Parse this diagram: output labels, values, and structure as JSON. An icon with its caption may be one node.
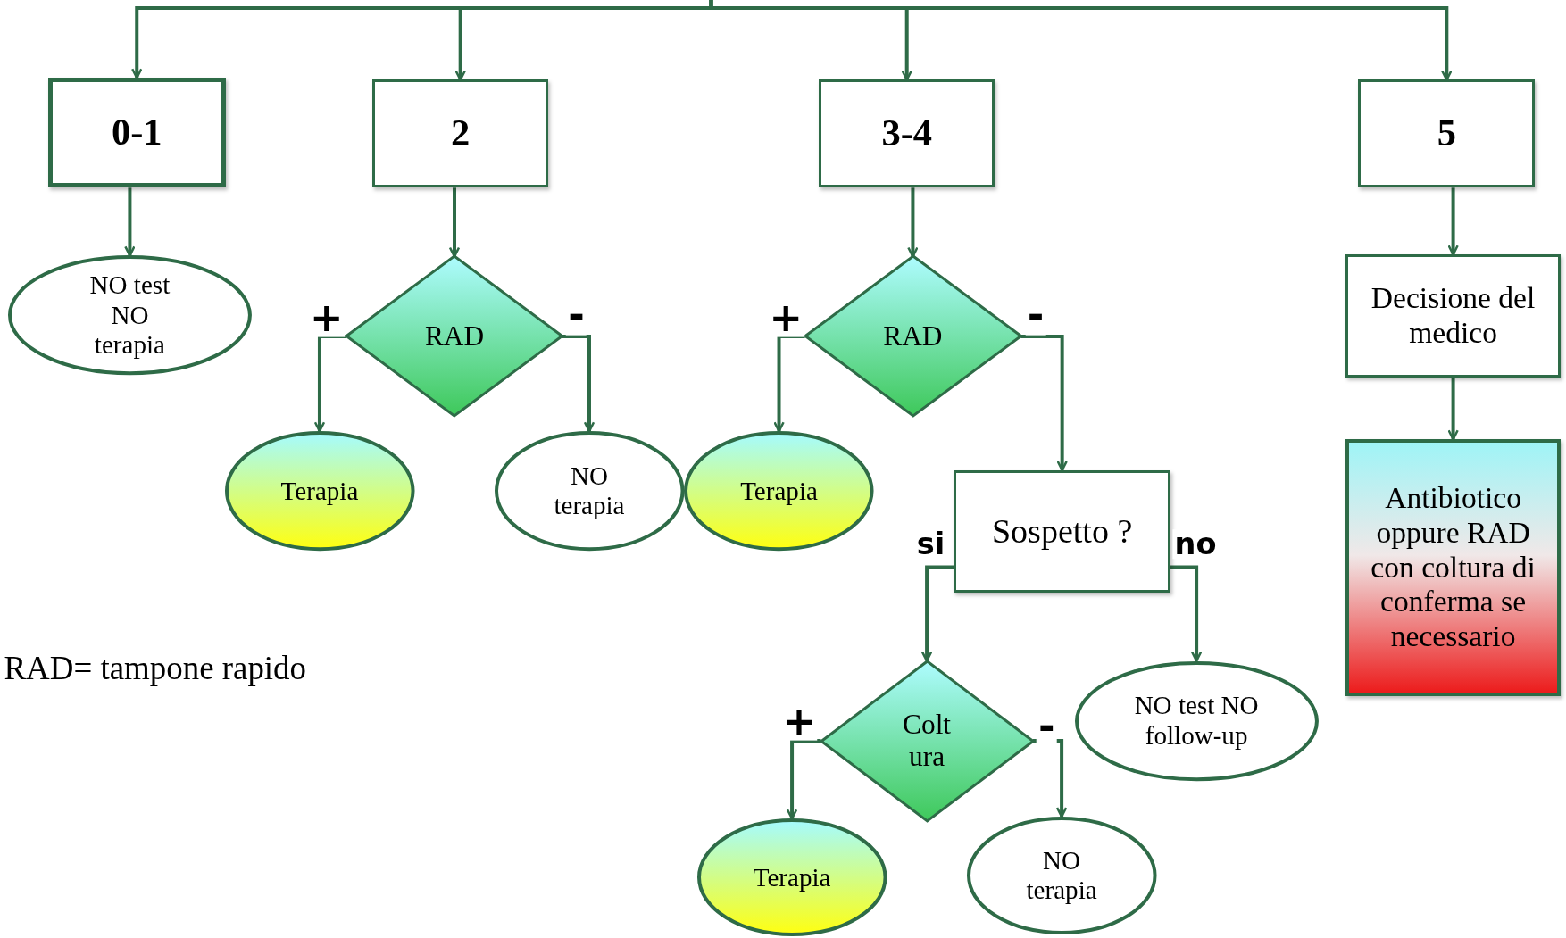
{
  "diagram": {
    "nodes": [
      {
        "text": [
          "0-1"
        ]
      },
      {
        "text": [
          "2"
        ]
      },
      {
        "text": [
          "3-4"
        ]
      },
      {
        "text": [
          "5"
        ]
      },
      {
        "text": [
          "NO test NO terapia"
        ]
      },
      {
        "text": [
          "RAD"
        ]
      },
      {
        "text": [
          "Terapia"
        ]
      },
      {
        "text": [
          "NO terapia"
        ]
      },
      {
        "text": [
          "RAD"
        ]
      },
      {
        "text": [
          "Terapia"
        ]
      },
      {
        "text": [
          "Sospetto ?"
        ]
      },
      {
        "text": [
          "Colt ura"
        ]
      },
      {
        "text": [
          "NO test NO follow-up"
        ]
      },
      {
        "text": [
          "Terapia"
        ]
      },
      {
        "text": [
          "NO terapia"
        ]
      },
      {
        "text": [
          "Decisione del medico"
        ]
      },
      {
        "text": [
          "Antibiotico oppure RAD con coltura di conferma se necessario"
        ]
      }
    ],
    "edges": [
      {
        "from": null,
        "to": 0,
        "arrow": "to"
      },
      {
        "from": null,
        "to": 1,
        "arrow": "to"
      },
      {
        "from": null,
        "to": 2,
        "arrow": "to"
      },
      {
        "from": null,
        "to": 3,
        "arrow": "to"
      },
      {
        "from": 0,
        "to": 4,
        "arrow": "to"
      },
      {
        "from": 1,
        "to": 5,
        "arrow": "to"
      },
      {
        "from": 5,
        "to": 6,
        "arrow": "to",
        "label": "+"
      },
      {
        "from": 5,
        "to": 7,
        "arrow": "to",
        "label": "-"
      },
      {
        "from": 2,
        "to": 8,
        "arrow": "to"
      },
      {
        "from": 8,
        "to": 9,
        "arrow": "to",
        "label": "+"
      },
      {
        "from": 8,
        "to": 10,
        "arrow": "to",
        "label": "-"
      },
      {
        "from": 10,
        "to": 11,
        "arrow": "to",
        "label": "si"
      },
      {
        "from": 10,
        "to": 12,
        "arrow": "to",
        "label": "no"
      },
      {
        "from": 11,
        "to": 13,
        "arrow": "to",
        "label": "+"
      },
      {
        "from": 11,
        "to": 14,
        "arrow": "to",
        "label": "-"
      },
      {
        "from": 3,
        "to": 15,
        "arrow": "to"
      },
      {
        "from": 15,
        "to": 16,
        "arrow": "to"
      }
    ],
    "labels": [
      "RAD= tampone rapido"
    ]
  }
}
